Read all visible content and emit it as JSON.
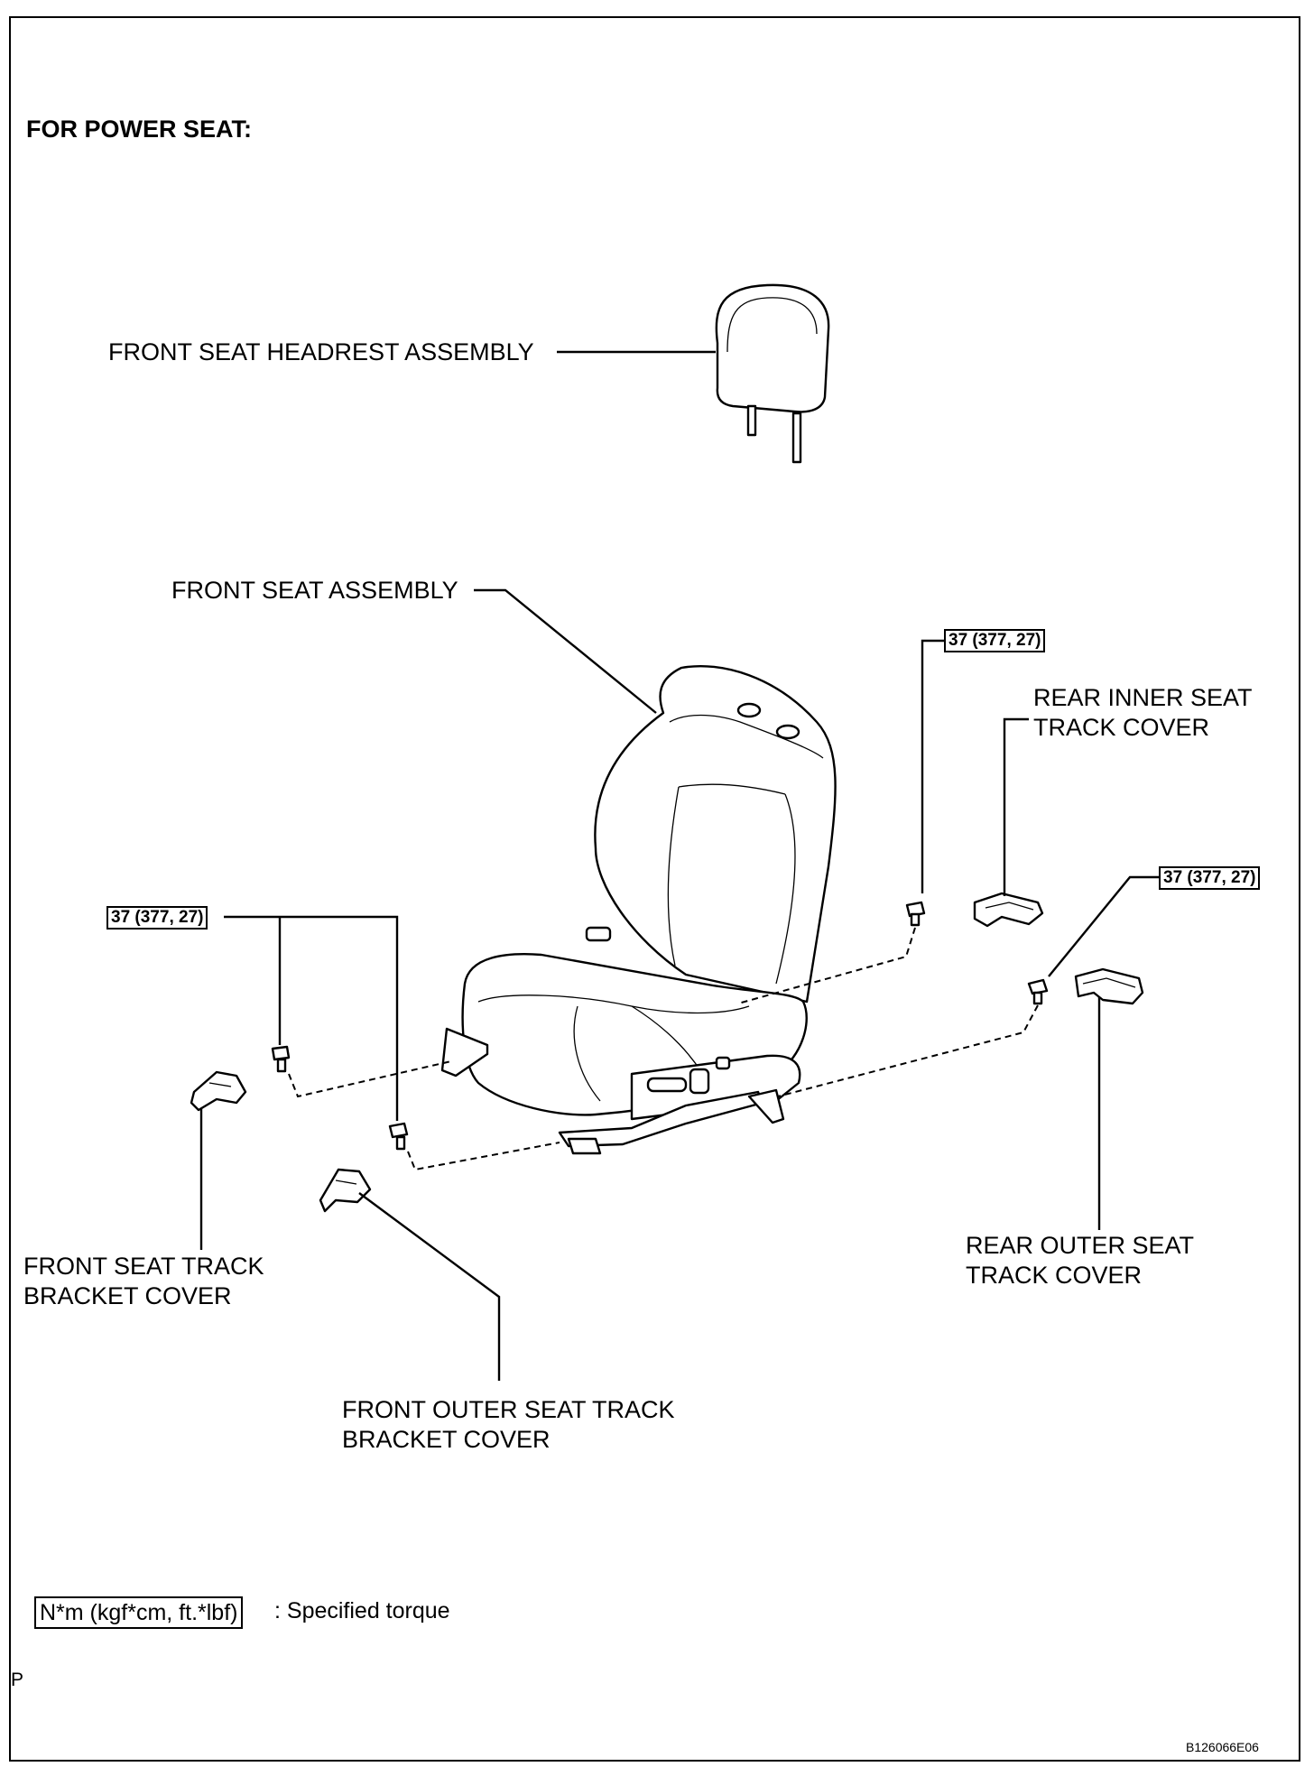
{
  "title": "FOR POWER SEAT:",
  "labels": {
    "headrest": "FRONT SEAT HEADREST ASSEMBLY",
    "seat": "FRONT SEAT ASSEMBLY",
    "rear_inner": [
      "REAR INNER SEAT",
      "TRACK COVER"
    ],
    "rear_outer": [
      "REAR OUTER SEAT",
      "TRACK COVER"
    ],
    "front_bracket": [
      "FRONT SEAT TRACK",
      "BRACKET COVER"
    ],
    "front_outer": [
      "FRONT OUTER SEAT TRACK",
      "BRACKET COVER"
    ]
  },
  "torque": {
    "rear_inner_bolt": "37 (377, 27)",
    "rear_outer_bolt": "37 (377, 27)",
    "front_bolts": "37 (377, 27)"
  },
  "legend": {
    "unit_box": "N*m (kgf*cm, ft.*lbf)",
    "meaning": ": Specified torque"
  },
  "corner_mark": "P",
  "figure_code": "B126066E06"
}
